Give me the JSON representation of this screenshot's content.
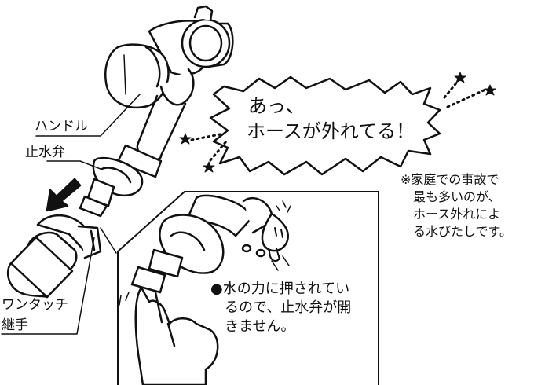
{
  "labels": {
    "handle": "ハンドル",
    "stop_valve": "止水弁",
    "one_touch_joint_line1": "ワンタッチ",
    "one_touch_joint_line2": "継手"
  },
  "speech_bubble": {
    "line1": "あっ、",
    "line2": "ホースが外れてる！"
  },
  "note": {
    "line1": "※家庭での事故で",
    "line2": "最も多いのが、",
    "line3": "ホース外れによ",
    "line4": "る水びたしです。"
  },
  "inset_note": {
    "line1": "●水の力に押されてい",
    "line2": "るので、止水弁が開",
    "line3": "きません。"
  },
  "colors": {
    "ink": "#111111",
    "paper": "#ffffff"
  }
}
